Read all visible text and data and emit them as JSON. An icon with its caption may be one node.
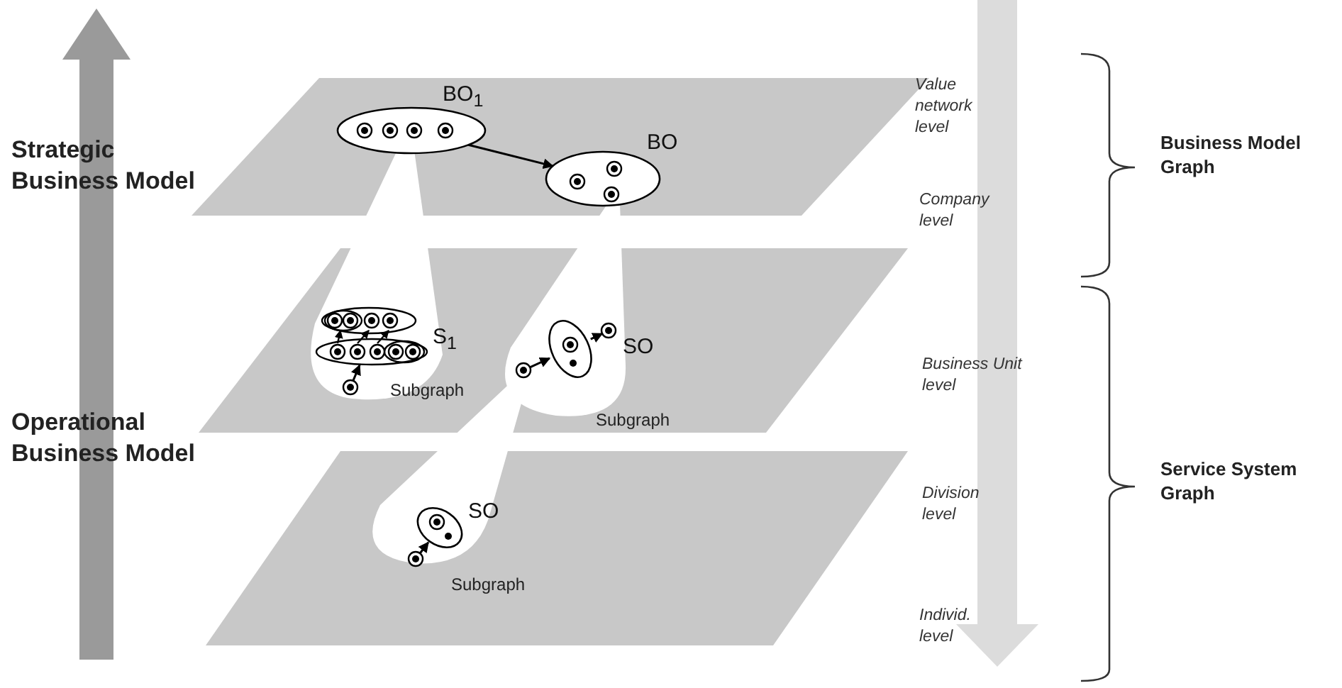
{
  "diagram": {
    "nodes": [
      {
        "text": [
          "BO$_{1}$"
        ]
      },
      {
        "text": [
          "BO"
        ]
      },
      {
        "text": [
          "S$_{1}$"
        ]
      },
      {
        "text": [],
        "shape": "circle"
      },
      {
        "text": [],
        "shape": "circle"
      },
      {
        "text": [
          "SO"
        ]
      },
      {
        "text": [],
        "shape": "circle"
      },
      {
        "text": [
          "SO"
        ]
      },
      {
        "text": [],
        "shape": "circle"
      }
    ],
    "edges": [
      {
        "from": 0,
        "to": 1,
        "arrow": "to"
      },
      {
        "from": 3,
        "to": 2,
        "arrow": "to"
      },
      {
        "from": 4,
        "to": 5,
        "arrow": "to"
      },
      {
        "from": 5,
        "to": 6,
        "arrow": "to"
      },
      {
        "from": 8,
        "to": 7,
        "arrow": "to"
      }
    ],
    "labels": [
      "Strategic Business Model",
      "Value network level",
      "Business Model Graph",
      "Company level",
      "Subgraph",
      "Subgraph",
      "Operational Business Model",
      "Business Unit level",
      "Service System Graph",
      "Division level",
      "Subgraph",
      "Individ. level"
    ]
  }
}
